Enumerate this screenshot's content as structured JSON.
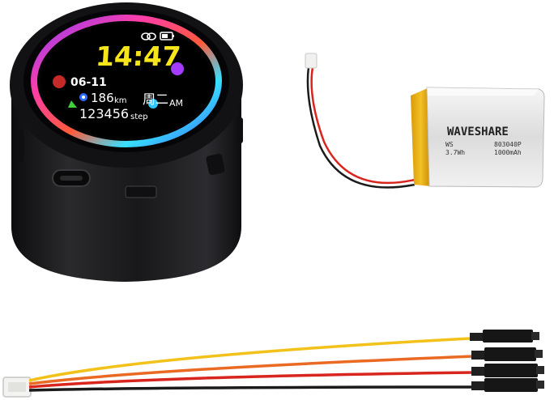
{
  "device": {
    "screen": {
      "time": "14:47",
      "date": "06-11",
      "weekday": "周二",
      "ampm": "AM",
      "distance_value": "186",
      "distance_unit": "km",
      "steps_value": "123456",
      "steps_unit": "step"
    }
  },
  "battery": {
    "brand": "WAVESHARE",
    "model_left": "WS",
    "model_right": "803040P",
    "voltage_wh": "3.7Wh",
    "capacity": "1000mAh"
  },
  "colors": {
    "device_body": "#1a1a1c",
    "time_yellow": "#f7e51b",
    "battery_yellow": "#e9b20e",
    "wire_red": "#d8261e",
    "wire_black": "#1b1b1b",
    "wire_yellow": "#f3c21a",
    "wire_orange": "#ea6a23"
  }
}
